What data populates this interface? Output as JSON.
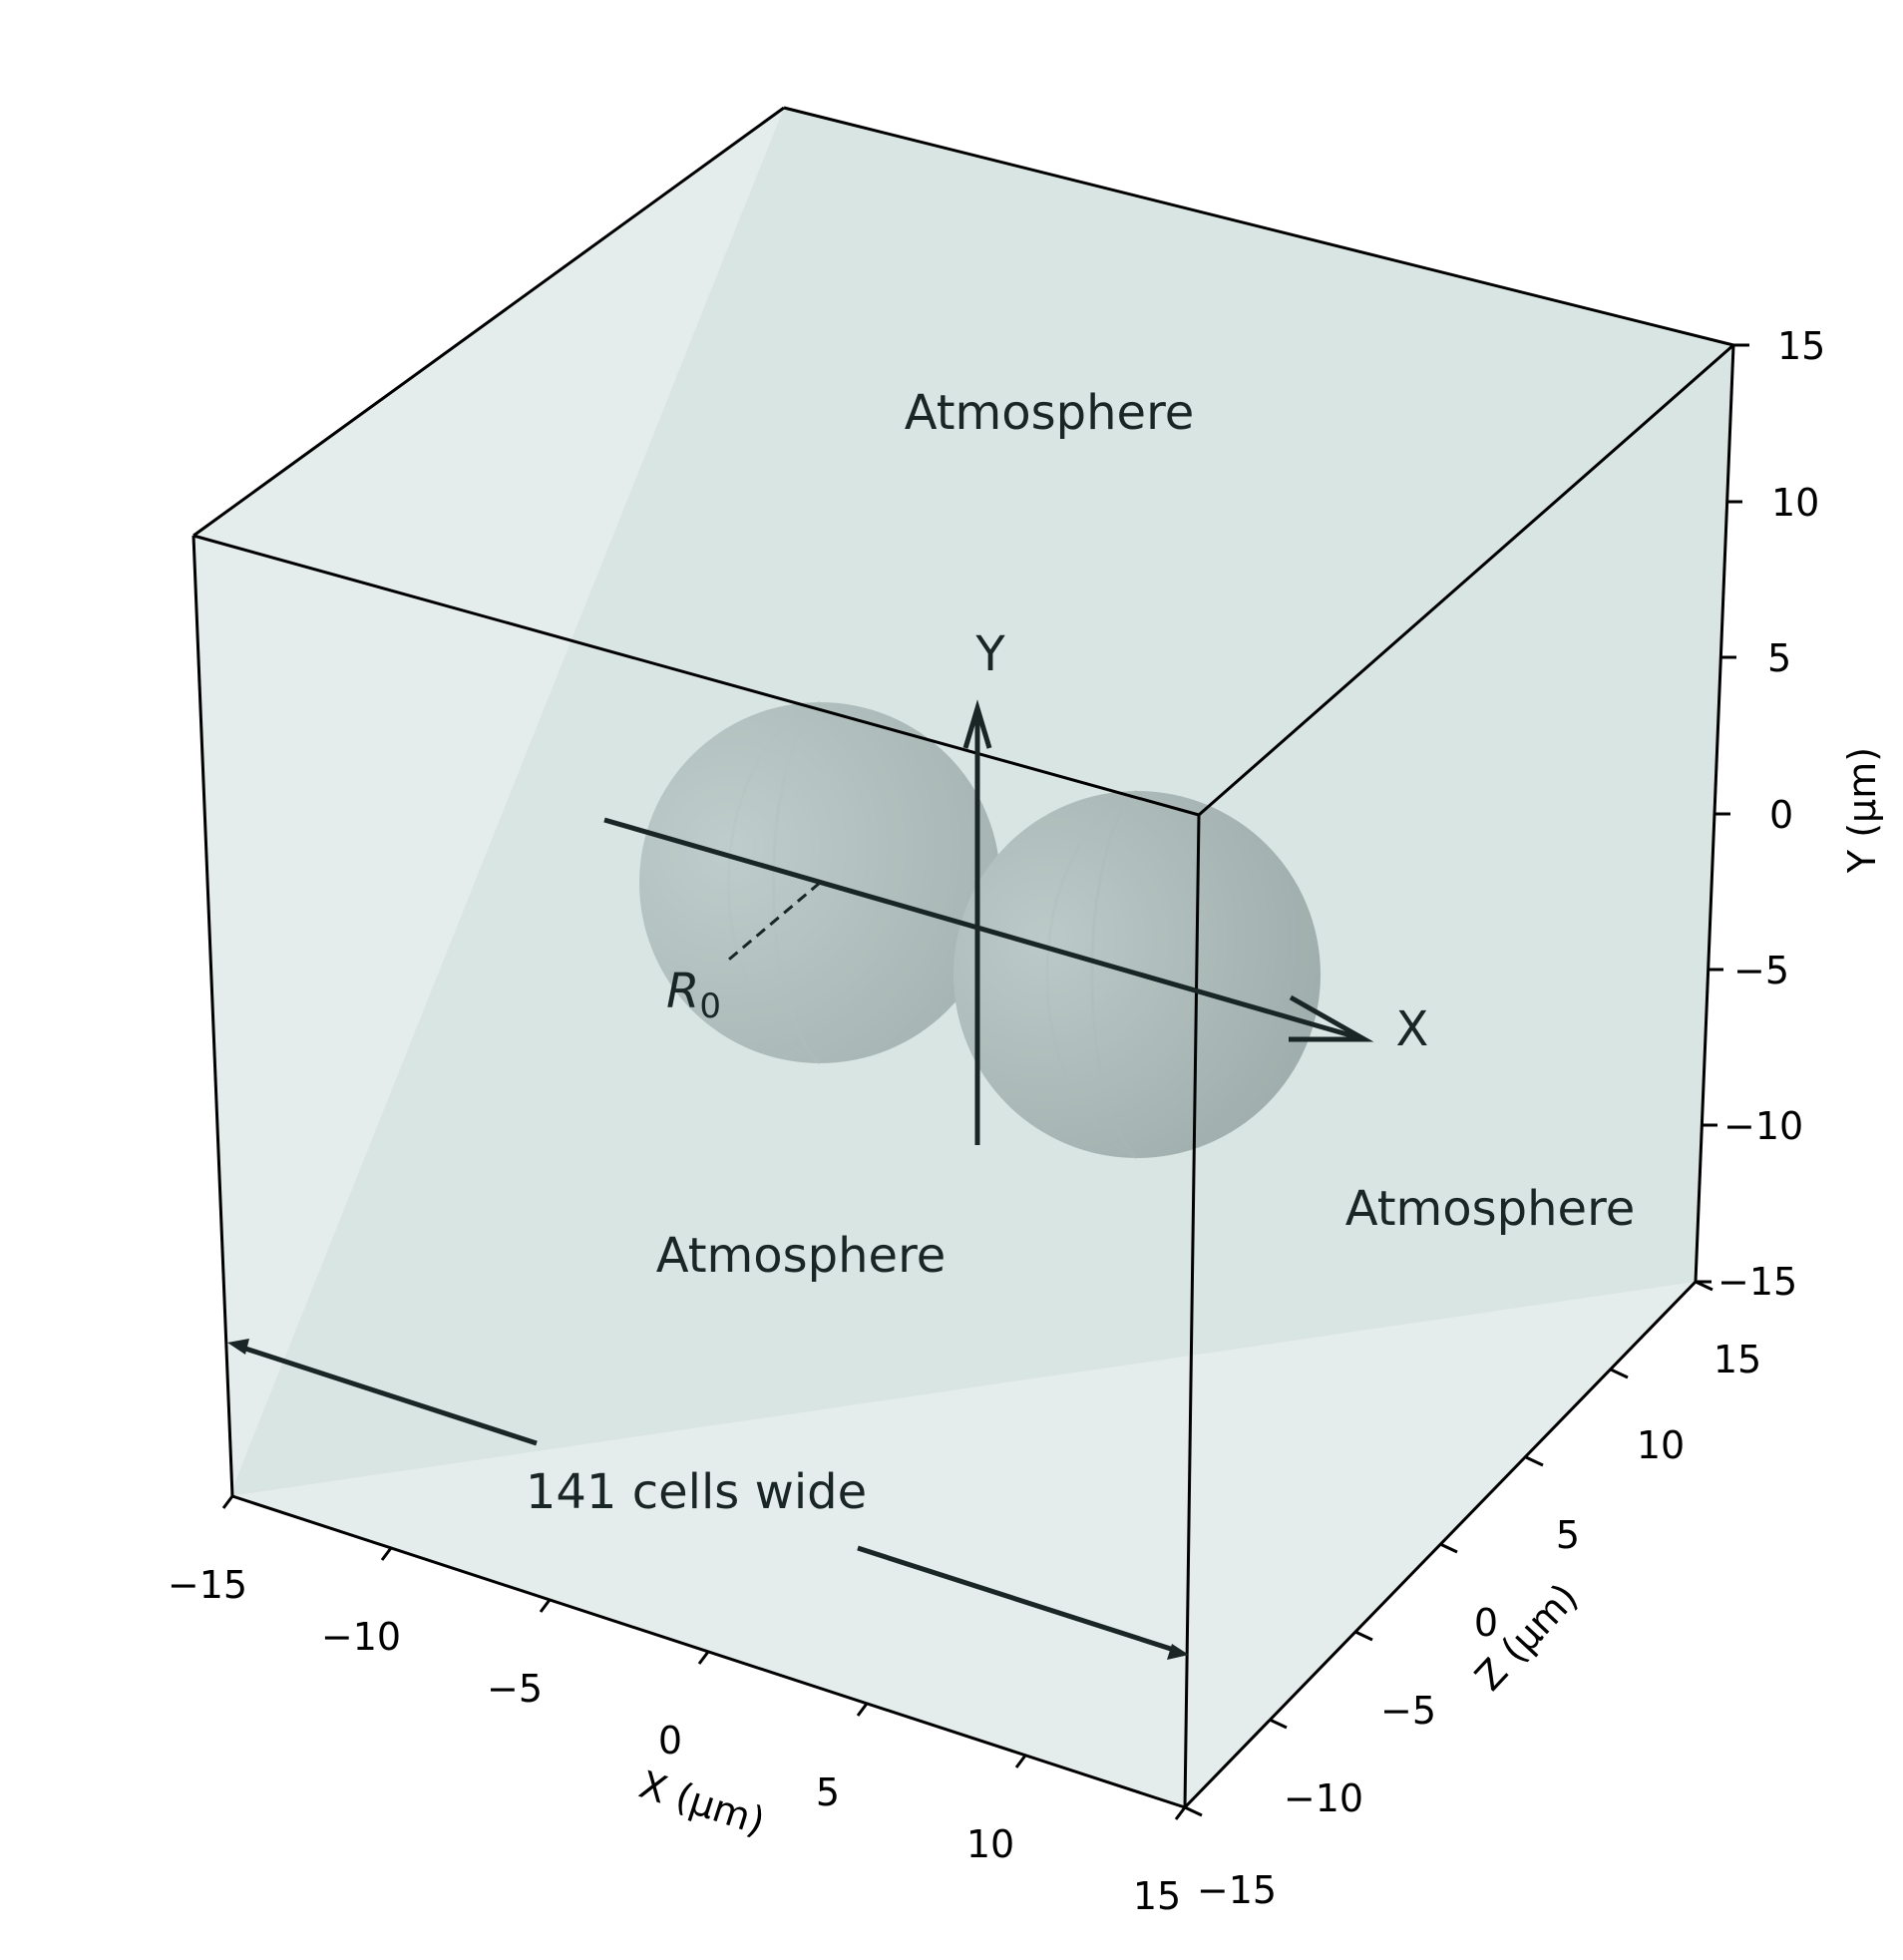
{
  "labels": {
    "atmosphere_top": "Atmosphere",
    "atmosphere_front": "Atmosphere",
    "atmosphere_right": "Atmosphere",
    "width_annotation": "141 cells wide",
    "radius_symbol": "R",
    "radius_subscript": "0",
    "x_arrow": "X",
    "y_arrow": "Y"
  },
  "axes": {
    "x": {
      "label": "X (µm)",
      "ticks": [
        "−15",
        "−10",
        "−5",
        "0",
        "5",
        "10",
        "15"
      ]
    },
    "y": {
      "label": "Y (µm)",
      "ticks": [
        "−15",
        "−10",
        "−5",
        "0",
        "5",
        "10",
        "15"
      ]
    },
    "z": {
      "label": "Z (µm)",
      "ticks": [
        "−15",
        "−10",
        "−5",
        "0",
        "5",
        "10",
        "15"
      ]
    }
  },
  "colors": {
    "box_fill": "#cfdedd",
    "box_edge": "#000000",
    "sphere_light": "#aab8b6",
    "sphere_dark": "#5f6e6c",
    "arrow": "#1a2626"
  }
}
